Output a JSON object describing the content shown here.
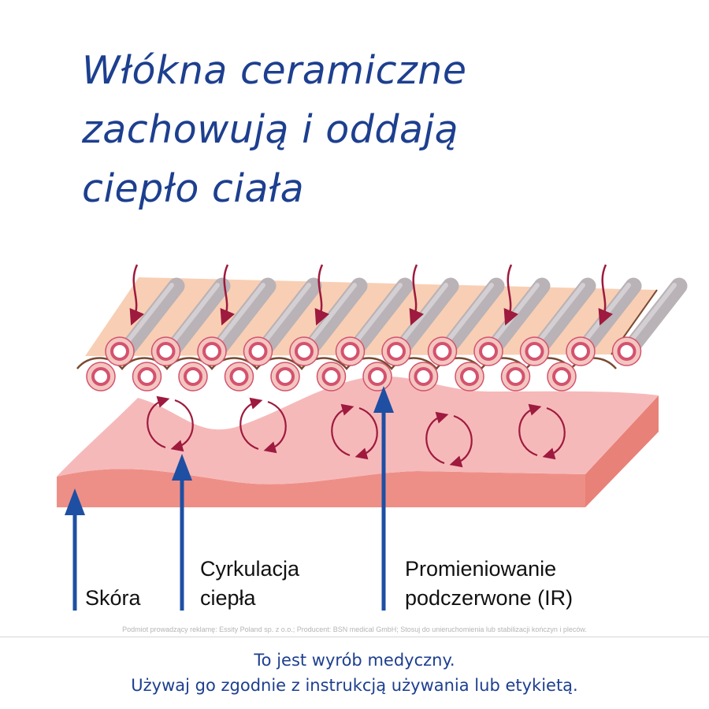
{
  "title": {
    "line1": "Włókna ceramiczne",
    "line2": "zachowują i oddają",
    "line3": "ciepło ciała"
  },
  "labels": {
    "skin": "Skóra",
    "circulation_line1": "Cyrkulacja",
    "circulation_line2": "ciepła",
    "infrared_line1": "Promieniowanie",
    "infrared_line2": "podczerwone (IR)"
  },
  "disclaimer": "Podmiot prowadzący reklamę: Essity Poland sp. z o.o.; Producent: BSN medical GmbH; Stosuj do unieruchomienia lub stabilizacji kończyn i pleców.",
  "footer": {
    "line1": "To jest wyrób medyczny.",
    "line2": "Używaj go zgodnie z instrukcją używania lub etykietą."
  },
  "colors": {
    "title": "#1d3f8f",
    "arrow_blue": "#1e4fa3",
    "arrow_crimson": "#9e1a3e",
    "skin_top": "#f6b9b9",
    "skin_side": "#ee8f87",
    "fiber_grey": "#b9b2b6",
    "fabric_peach": "#f8cfb4",
    "ceramic_ring": "#d4526e"
  },
  "icons": [
    "heat-arrow-icon",
    "circulation-cycle-icon",
    "ceramic-fiber-icon",
    "up-arrow-icon"
  ]
}
